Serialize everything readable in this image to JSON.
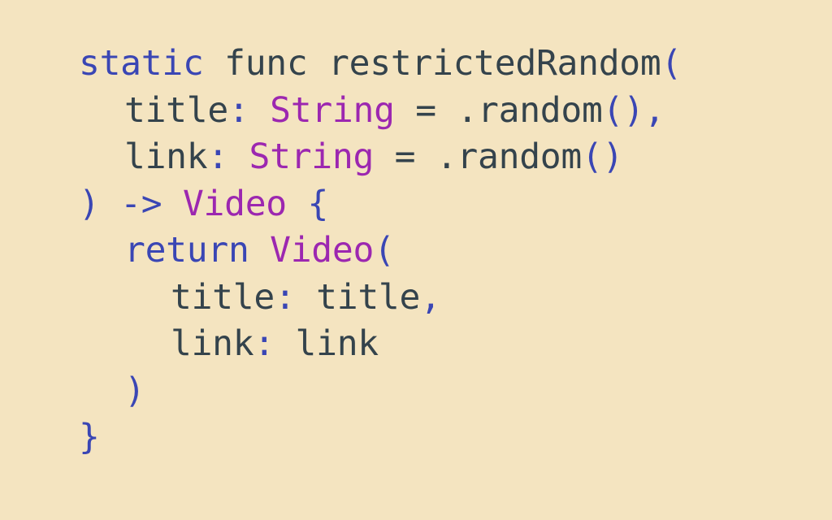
{
  "colors": {
    "background": "#f4e4c0",
    "keyword": "#3a46b4",
    "type": "#9c27b0",
    "plain": "#34434c"
  },
  "code": {
    "lines": [
      {
        "indent": 0,
        "tokens": [
          {
            "text": "static",
            "kind": "kw"
          },
          {
            "text": " func restrictedRandom",
            "kind": "plain"
          },
          {
            "text": "(",
            "kind": "kw"
          }
        ]
      },
      {
        "indent": 1,
        "tokens": [
          {
            "text": "title",
            "kind": "plain"
          },
          {
            "text": ": ",
            "kind": "kw"
          },
          {
            "text": "String",
            "kind": "type"
          },
          {
            "text": " = .random",
            "kind": "plain"
          },
          {
            "text": "(),",
            "kind": "kw"
          }
        ]
      },
      {
        "indent": 1,
        "tokens": [
          {
            "text": "link",
            "kind": "plain"
          },
          {
            "text": ": ",
            "kind": "kw"
          },
          {
            "text": "String",
            "kind": "type"
          },
          {
            "text": " = .random",
            "kind": "plain"
          },
          {
            "text": "()",
            "kind": "kw"
          }
        ]
      },
      {
        "indent": 0,
        "tokens": [
          {
            "text": ") -> ",
            "kind": "kw"
          },
          {
            "text": "Video",
            "kind": "type"
          },
          {
            "text": " {",
            "kind": "kw"
          }
        ]
      },
      {
        "indent": 1,
        "tokens": [
          {
            "text": "return ",
            "kind": "kw"
          },
          {
            "text": "Video",
            "kind": "type"
          },
          {
            "text": "(",
            "kind": "kw"
          }
        ]
      },
      {
        "indent": 2,
        "tokens": [
          {
            "text": "title",
            "kind": "plain"
          },
          {
            "text": ": ",
            "kind": "kw"
          },
          {
            "text": "title",
            "kind": "plain"
          },
          {
            "text": ",",
            "kind": "kw"
          }
        ]
      },
      {
        "indent": 2,
        "tokens": [
          {
            "text": "link",
            "kind": "plain"
          },
          {
            "text": ": ",
            "kind": "kw"
          },
          {
            "text": "link",
            "kind": "plain"
          }
        ]
      },
      {
        "indent": 1,
        "tokens": [
          {
            "text": ")",
            "kind": "kw"
          }
        ]
      },
      {
        "indent": 0,
        "tokens": [
          {
            "text": "}",
            "kind": "kw"
          }
        ]
      }
    ]
  }
}
